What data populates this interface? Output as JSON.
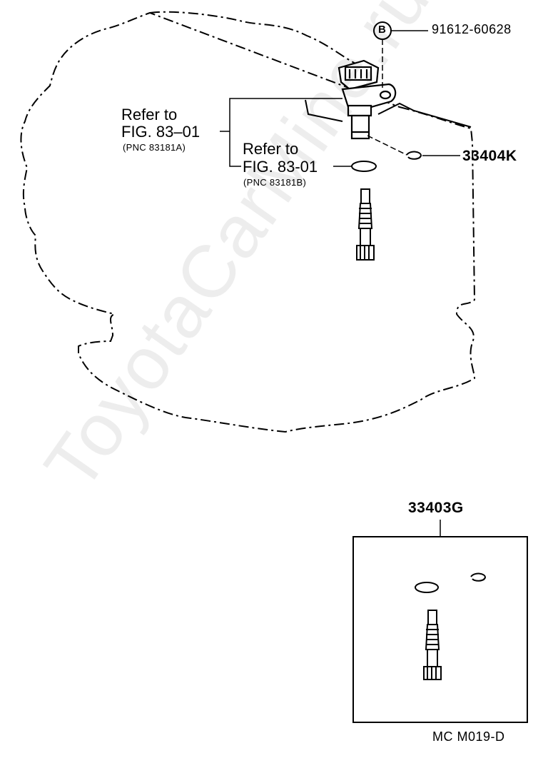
{
  "parts": {
    "bolt_number": "91612-60628",
    "bolt_marker": "B",
    "clip_number": "33404K",
    "kit_number": "33403G"
  },
  "references": {
    "ref_a_line1": "Refer to",
    "ref_a_line2": "FIG. 83–01",
    "ref_a_pnc": "(PNC 83181A)",
    "ref_b_line1": "Refer to",
    "ref_b_line2": "FIG. 83-01",
    "ref_b_pnc": "(PNC 83181B)"
  },
  "figure_code": "MC M019-D",
  "watermark": "ToyotaCarMine.ru"
}
